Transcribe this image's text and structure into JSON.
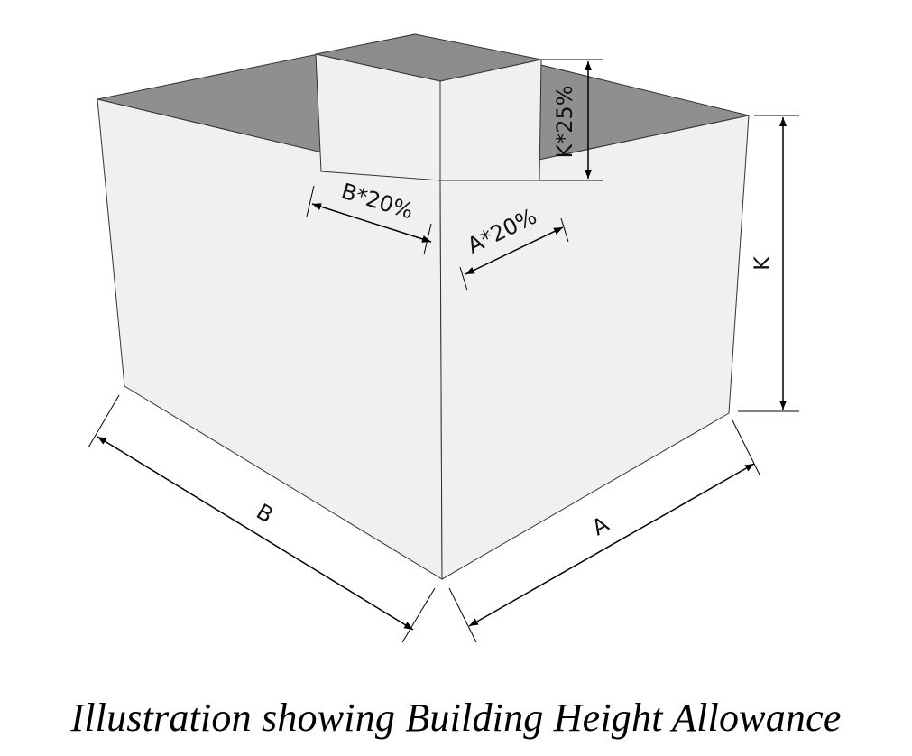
{
  "labels": {
    "b_offset": "B*20%",
    "a_offset": "A*20%",
    "k_offset": "K*25%",
    "k": "K",
    "b": "B",
    "a": "A"
  },
  "caption": "Illustration showing Building Height Allowance"
}
